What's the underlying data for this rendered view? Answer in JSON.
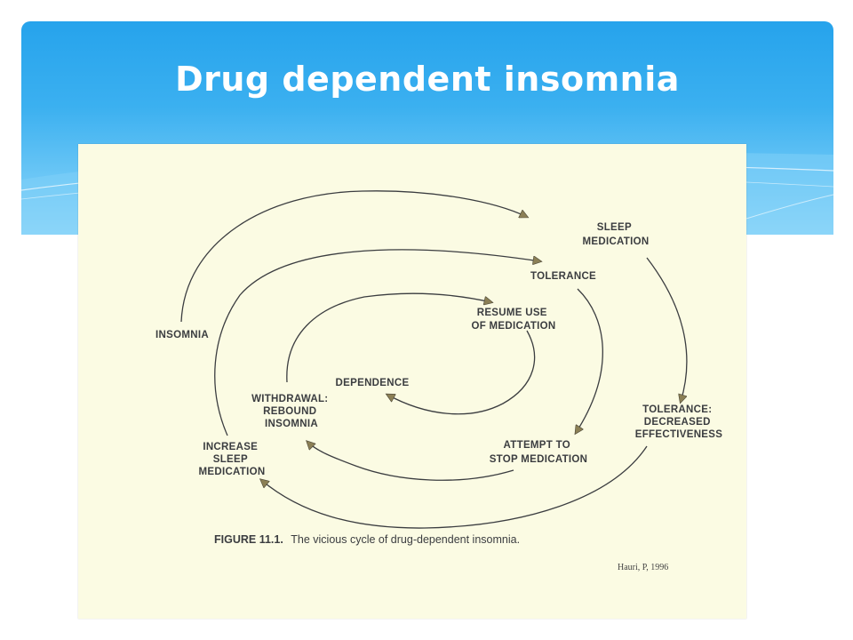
{
  "slide": {
    "title": "Drug dependent insomnia"
  },
  "diagram": {
    "nodes": {
      "insomnia": [
        "INSOMNIA"
      ],
      "sleep_medication": [
        "SLEEP",
        "MEDICATION"
      ],
      "tolerance": [
        "TOLERANCE"
      ],
      "tolerance_decreased": [
        "TOLERANCE:",
        "DECREASED",
        "EFFECTIVENESS"
      ],
      "attempt_to_stop": [
        "ATTEMPT TO",
        "STOP MEDICATION"
      ],
      "increase_sleep_medication": [
        "INCREASE",
        "SLEEP",
        "MEDICATION"
      ],
      "withdrawal": [
        "WITHDRAWAL:",
        "REBOUND",
        "INSOMNIA"
      ],
      "resume_use": [
        "RESUME USE",
        "OF MEDICATION"
      ],
      "dependence": [
        "DEPENDENCE"
      ]
    },
    "caption_label": "FIGURE 11.1.",
    "caption_text": "The vicious cycle of drug-dependent insomnia.",
    "citation": "Hauri, P, 1996"
  },
  "colors": {
    "header": "#2aa6ec",
    "figure_background": "#fbfbe3",
    "arrow": "#3b3d40",
    "arrowhead": "#8b7f55"
  }
}
